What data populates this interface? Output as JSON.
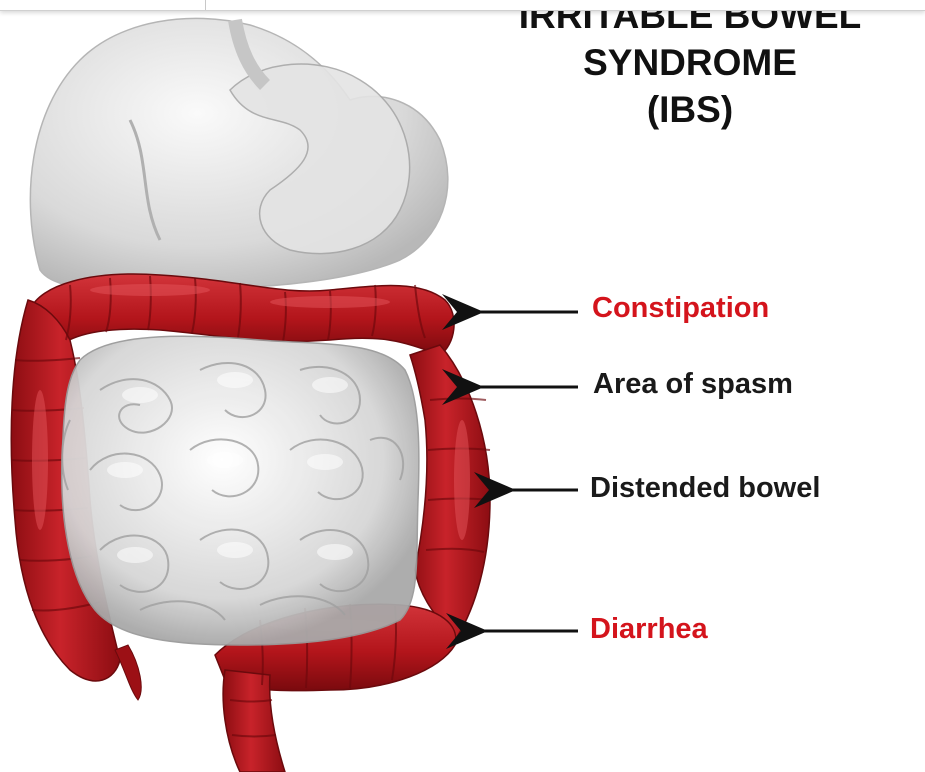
{
  "title": {
    "line1": "IRRITABLE BOWEL",
    "line2": "SYNDROME",
    "line3": "(IBS)"
  },
  "labels": [
    {
      "text": "Constipation",
      "color": "#d4141c"
    },
    {
      "text": "Area of spasm",
      "color": "#1a1a1a"
    },
    {
      "text": "Distended bowel",
      "color": "#1a1a1a"
    },
    {
      "text": "Diarrhea",
      "color": "#d4141c"
    }
  ],
  "colors": {
    "colon": "#b3151b",
    "colon_dark": "#7a0a0e",
    "small_intestine": "#e6e6e6",
    "upper_organs": "#ececec"
  }
}
